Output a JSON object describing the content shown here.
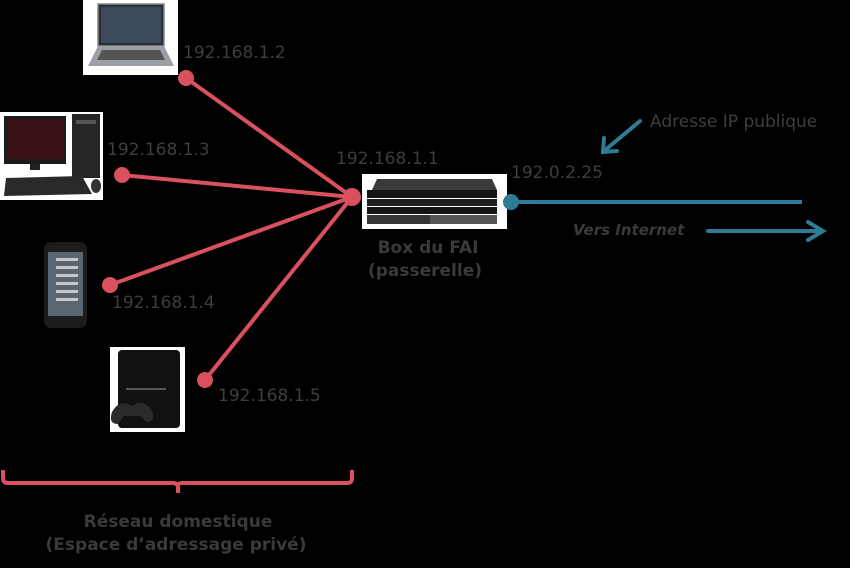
{
  "colors": {
    "private_link": "#d9505f",
    "public_link": "#2e7b93",
    "background": "#000000",
    "text": "#3e3e3e"
  },
  "devices": [
    {
      "name": "laptop",
      "ip": "192.168.1.2"
    },
    {
      "name": "desktop",
      "ip": "192.168.1.3"
    },
    {
      "name": "smartphone",
      "ip": "192.168.1.4"
    },
    {
      "name": "game-console",
      "ip": "192.168.1.5"
    }
  ],
  "gateway": {
    "private_ip": "192.168.1.1",
    "label_line1": "Box du FAI",
    "label_line2": "(passerelle)",
    "public_ip": "192.0.2.25"
  },
  "public_ip_label": "Adresse IP publique",
  "internet_label": "Vers Internet",
  "network": {
    "label_line1": "Réseau domestique",
    "label_line2": "(Espace d’adressage privé)"
  }
}
